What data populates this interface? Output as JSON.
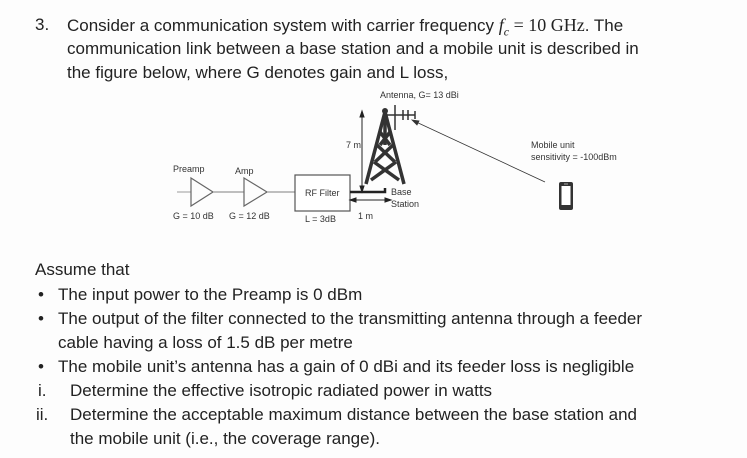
{
  "question": {
    "number": "3.",
    "line1_pre": "Consider a communication system with carrier frequency ",
    "fc_symbol": "f",
    "fc_sub": "c",
    "fc_value": " = 10 GHz",
    "line1_post": ". The",
    "line2": "communication link between a base station and a mobile unit is described in",
    "line3": "the figure below, where G denotes gain and L loss,"
  },
  "figure": {
    "antenna_label": "Antenna, G= 13 dBi",
    "height_label": "7 m",
    "preamp_label": "Preamp",
    "preamp_gain": "G = 10 dB",
    "amp_label": "Amp",
    "amp_gain": "G = 12 dB",
    "filter_label": "RF Filter",
    "filter_loss": "L = 3dB",
    "feeder_length": "1 m",
    "base_station_line1": "Base",
    "base_station_line2": "Station",
    "mobile_line1": "Mobile unit",
    "mobile_line2": "sensitivity = -100dBm"
  },
  "assumptions": {
    "heading": "Assume that",
    "bullet": "•",
    "items": [
      "The input power to the Preamp is 0 dBm",
      "The output of the filter connected to the transmitting antenna through a feeder",
      "cable having a loss of 1.5 dB per metre",
      "The mobile unit’s antenna has a gain of 0 dBi and its feeder loss is negligible"
    ]
  },
  "tasks": [
    {
      "marker": "i.",
      "line1": "Determine the effective isotropic radiated power in watts"
    },
    {
      "marker": "ii.",
      "line1": "Determine the acceptable maximum distance  between the base station and",
      "line2": "the mobile unit (i.e., the coverage range)."
    }
  ]
}
